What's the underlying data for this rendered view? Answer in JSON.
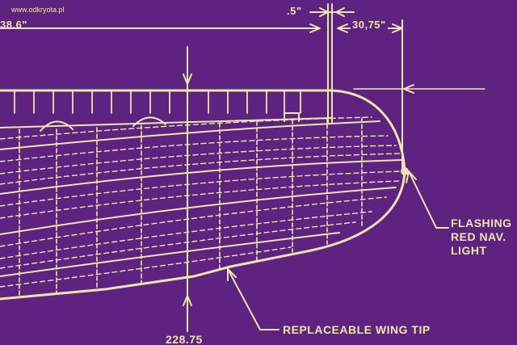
{
  "watermark": "www.odkryota.pl",
  "dimensions": {
    "left_partial": "38.6\"",
    "gap": ".5\"",
    "tip_length": "30,75\"",
    "station": "228.75"
  },
  "callouts": {
    "nav_light": [
      "FLASHING",
      "RED NAV.",
      "LIGHT"
    ],
    "wing_tip": "REPLACEABLE WING TIP"
  },
  "colors": {
    "background": "#5e2280",
    "ink": "#f1e3ae"
  }
}
